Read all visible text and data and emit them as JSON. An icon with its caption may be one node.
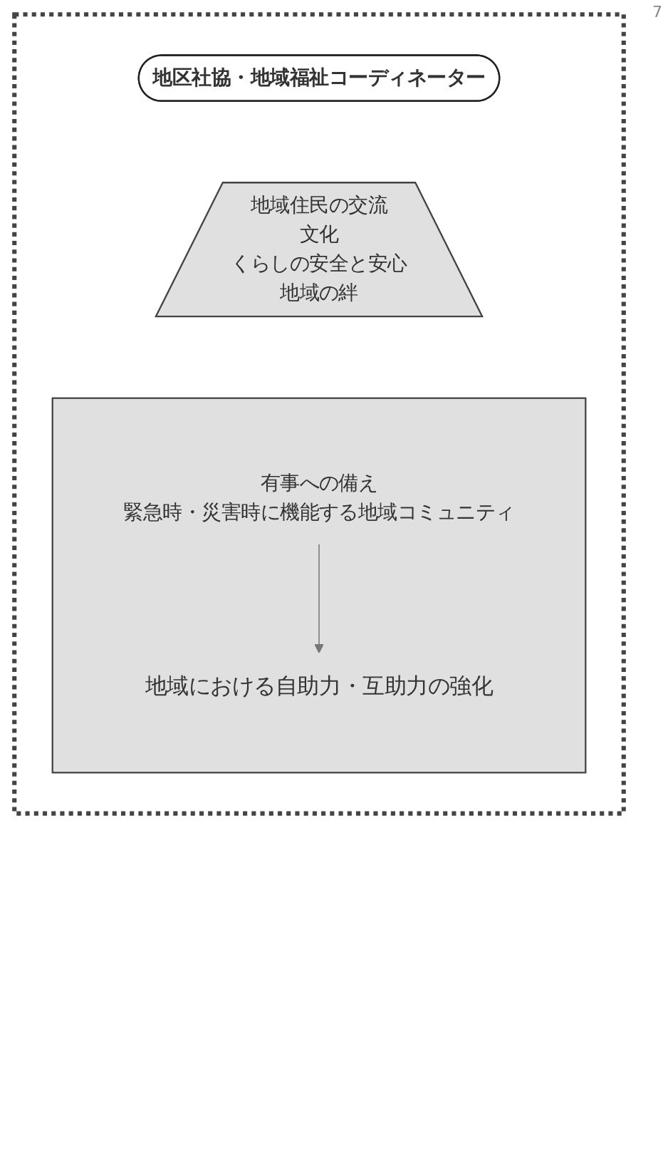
{
  "diagram": {
    "nodes": [
      {
        "text": [],
        "shape": "box"
      },
      {
        "text": [
          "地区社協・地域福祉コーディネーター"
        ],
        "in": 0
      },
      {
        "text": [
          "地域住民の交流",
          "文化",
          "くらしの安全と安心",
          "地域の絆"
        ],
        "in": 0
      },
      {
        "text": [],
        "shape": "box",
        "in": 0
      },
      {
        "text": [
          "有事への備え",
          "緊急時・災害時に機能する地域コミュニティ"
        ],
        "in": 3
      },
      {
        "text": [
          "地域における自助力・互助力の強化"
        ],
        "in": 3
      }
    ],
    "edges": [
      {
        "from": 4,
        "to": 5,
        "arrow": "to",
        "color": "#777777"
      }
    ],
    "labels": [
      "7"
    ]
  }
}
